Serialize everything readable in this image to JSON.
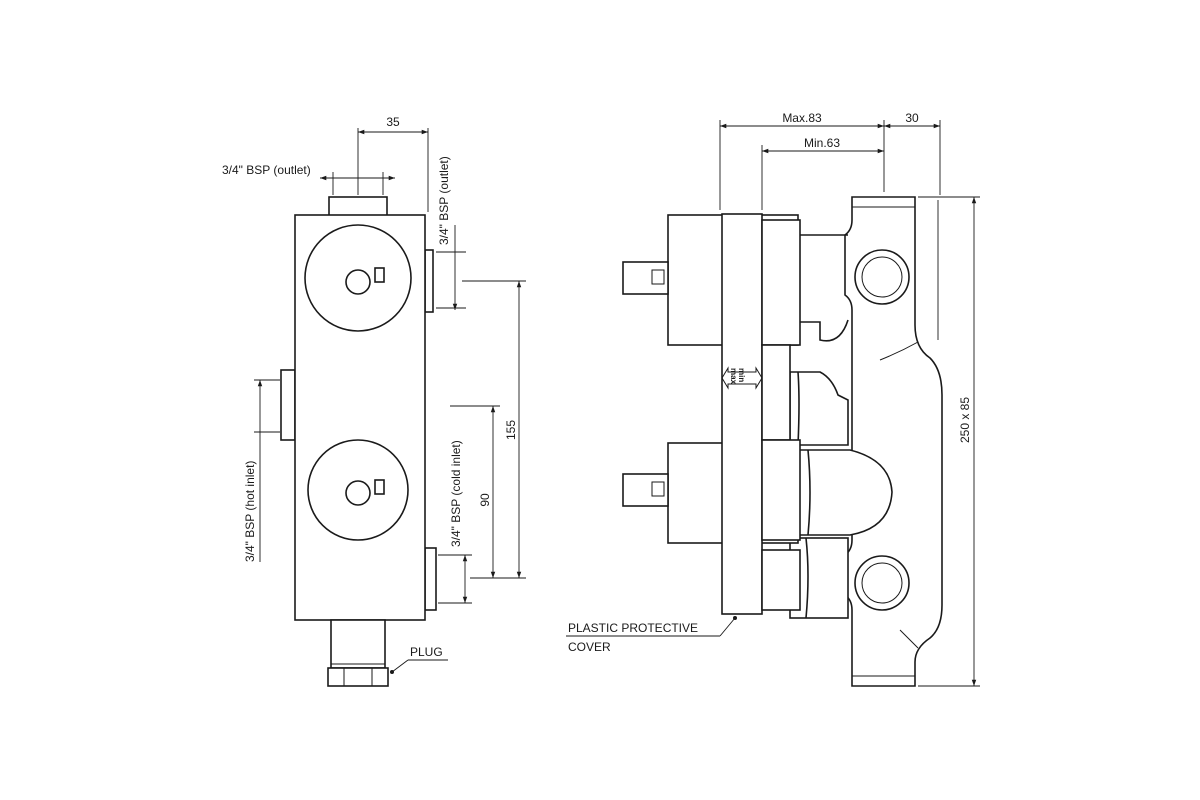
{
  "front_view": {
    "dim_outlet_spacing": "35",
    "label_outlet_left": "3/4\" BSP (outlet)",
    "label_outlet_right": "3/4\" BSP (outlet)",
    "label_hot_inlet": "3/4\" BSP (hot inlet)",
    "label_cold_inlet": "3/4\" BSP (cold inlet)",
    "dim_90": "90",
    "dim_155": "155",
    "label_plug": "PLUG"
  },
  "side_view": {
    "dim_max": "Max.83",
    "dim_min": "Min.63",
    "dim_30": "30",
    "dim_body": "250 x 85",
    "label_cover_line1": "PLASTIC PROTECTIVE",
    "label_cover_line2": "COVER",
    "label_min": "min",
    "label_max": "max"
  },
  "colors": {
    "line": "#1a1a1a",
    "background": "#ffffff"
  }
}
